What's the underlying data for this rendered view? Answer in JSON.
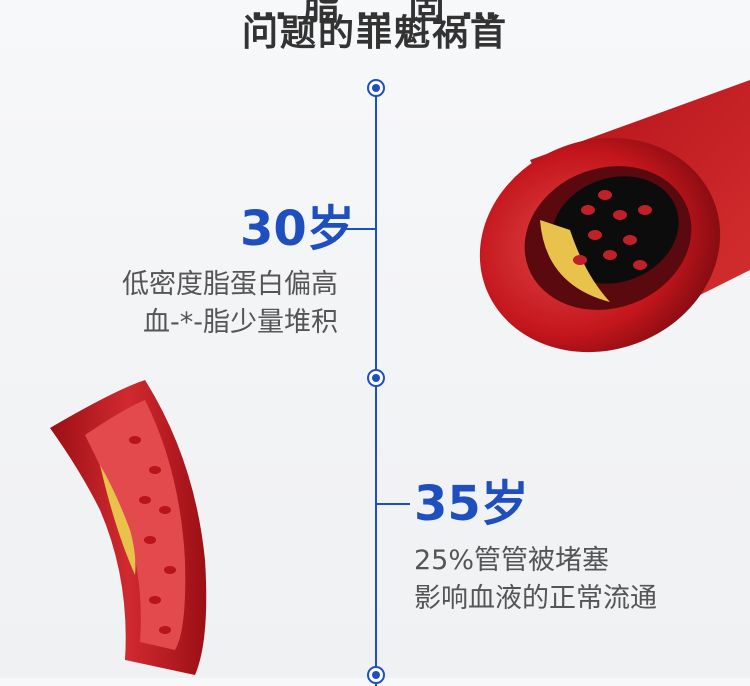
{
  "header": {
    "partial_line": "… 脂 … 固 …",
    "title": "问题的罪魁祸首"
  },
  "timeline": {
    "stage1": {
      "age": "30岁",
      "line1": "低密度脂蛋白偏高",
      "line2": "血-*-脂少量堆积"
    },
    "stage2": {
      "age": "35岁",
      "line1": "25%管管被堵塞",
      "line2": "影响血液的正常流通"
    }
  },
  "colors": {
    "accent_blue": "#1f4fbf",
    "text_gray": "#555555",
    "vessel_red": "#c4161c",
    "plaque_yellow": "#e8c24a"
  },
  "icons": {
    "vessel_top": "blood-vessel-cross-section-icon",
    "vessel_left": "blood-vessel-longitudinal-icon"
  }
}
